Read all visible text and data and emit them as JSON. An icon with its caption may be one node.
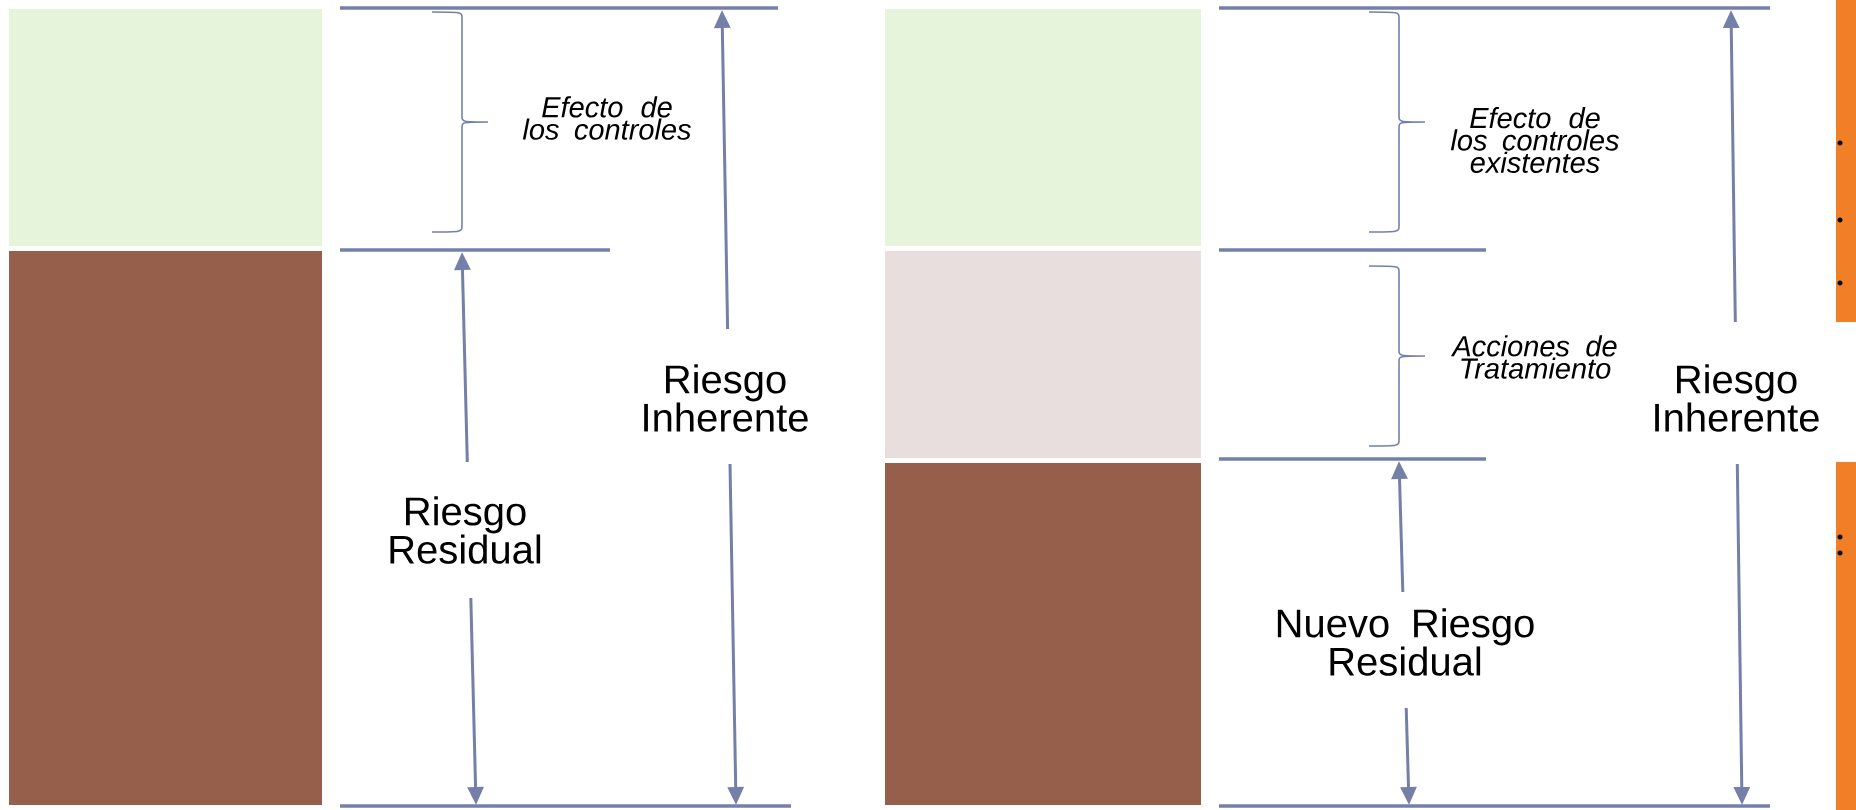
{
  "diagram": {
    "labels": [
      "Efecto de los controles",
      "Riesgo Inherente",
      "Riesgo Residual",
      "Efecto de los controles existentes",
      "Acciones de Tratamiento",
      "Riesgo Inherente",
      "Nuevo Riesgo Residual"
    ]
  }
}
